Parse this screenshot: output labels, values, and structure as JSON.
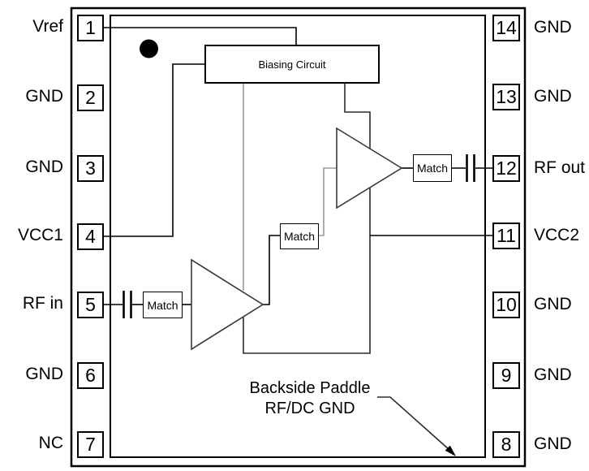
{
  "diagram": {
    "type": "ic-functional-block-pinout",
    "pins_left": [
      {
        "number": "1",
        "label": "Vref"
      },
      {
        "number": "2",
        "label": "GND"
      },
      {
        "number": "3",
        "label": "GND"
      },
      {
        "number": "4",
        "label": "VCC1"
      },
      {
        "number": "5",
        "label": "RF in"
      },
      {
        "number": "6",
        "label": "GND"
      },
      {
        "number": "7",
        "label": "NC"
      }
    ],
    "pins_right": [
      {
        "number": "14",
        "label": "GND"
      },
      {
        "number": "13",
        "label": "GND"
      },
      {
        "number": "12",
        "label": "RF out"
      },
      {
        "number": "11",
        "label": "VCC2"
      },
      {
        "number": "10",
        "label": "GND"
      },
      {
        "number": "9",
        "label": "GND"
      },
      {
        "number": "8",
        "label": "GND"
      }
    ],
    "blocks": {
      "biasing": "Biasing Circuit",
      "match_input": "Match",
      "match_interstage": "Match",
      "match_output": "Match"
    },
    "paddle_note": {
      "line1": "Backside Paddle",
      "line2": "RF/DC GND"
    },
    "icons": {
      "pin1_marker": "filled-circle",
      "leader_arrow": "arrowhead-down-right",
      "amplifiers": "triangle-right",
      "dc_block": "capacitor-bars"
    },
    "colors": {
      "line": "#000000",
      "secondary_line": "#9a9a9a",
      "background": "#ffffff"
    }
  }
}
